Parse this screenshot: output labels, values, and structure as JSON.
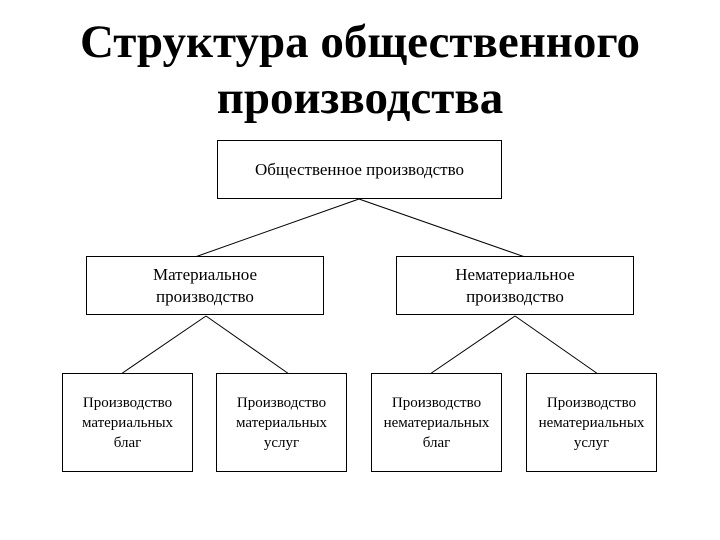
{
  "title": {
    "line1": "Структура общественного",
    "line2": "производства"
  },
  "diagram": {
    "root": "Общественное производство",
    "branches": [
      {
        "label_line1": "Материальное",
        "label_line2": "производство",
        "children": [
          {
            "line1": "Производство",
            "line2": "материальных",
            "line3": "благ"
          },
          {
            "line1": "Производство",
            "line2": "материальных",
            "line3": "услуг"
          }
        ]
      },
      {
        "label_line1": "Нематериальное",
        "label_line2": "производство",
        "children": [
          {
            "line1": "Производство",
            "line2": "нематериальных",
            "line3": "благ"
          },
          {
            "line1": "Производство",
            "line2": "нематериальных",
            "line3": "услуг"
          }
        ]
      }
    ]
  }
}
